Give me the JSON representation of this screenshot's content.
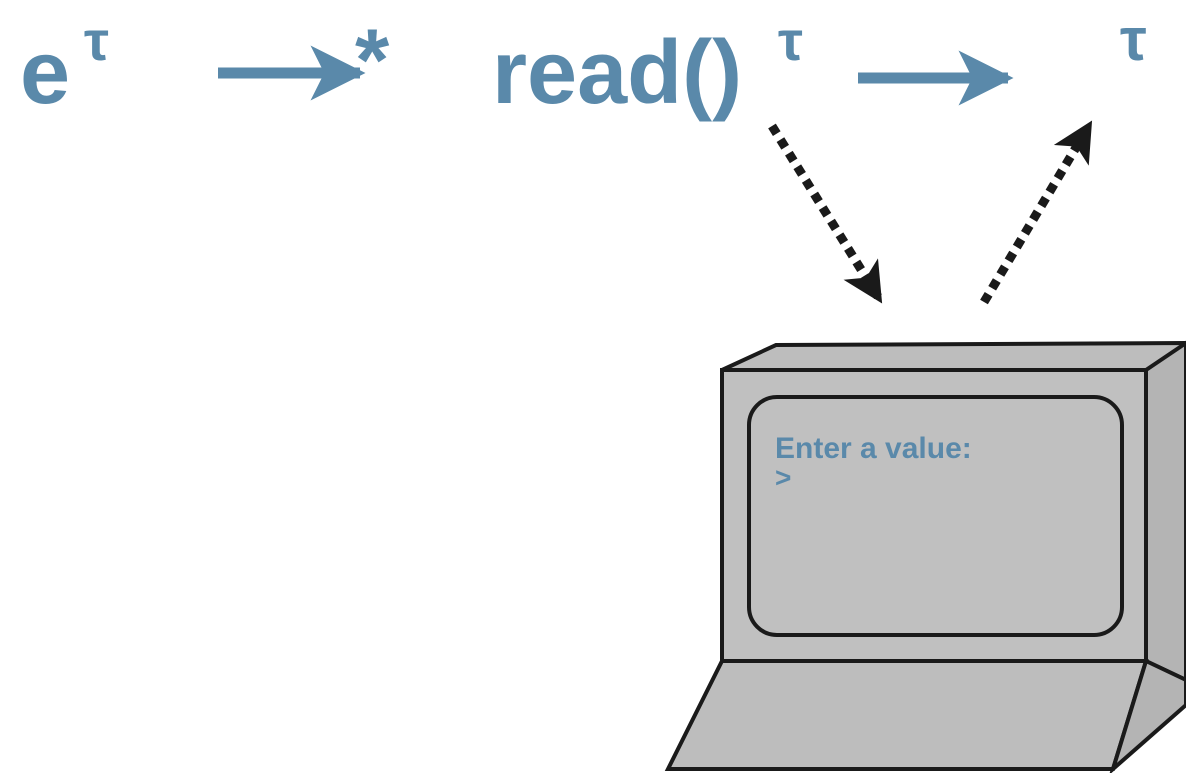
{
  "colors": {
    "accent": "#5a89aa",
    "ink": "#1a1a1a",
    "terminal_body": "#c0c0c0",
    "terminal_screen": "#c0c0c0",
    "background": "#ffffff"
  },
  "formula": {
    "expr_base": "e",
    "expr_sup": "τ",
    "step_star": "*",
    "read_base": "read()",
    "read_sup": "τ",
    "result": "τ"
  },
  "terminal": {
    "prompt_line": "Enter a value:",
    "cursor_line": ">"
  },
  "icons": {
    "multi_step_arrow": "long-right-arrow",
    "single_step_arrow": "long-right-arrow",
    "io_out_arrow": "dotted-arrow-down-right",
    "io_in_arrow": "dotted-arrow-up-right",
    "computer": "retro-terminal-icon"
  }
}
